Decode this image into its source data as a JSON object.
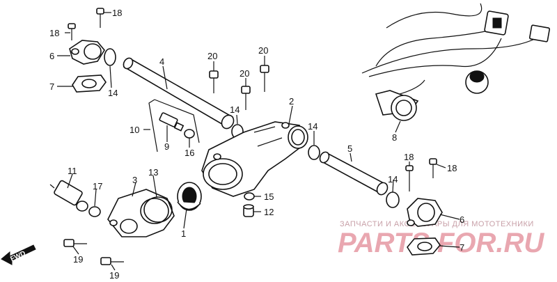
{
  "callouts": {
    "n1": "1",
    "n2": "2",
    "n3": "3",
    "n4": "4",
    "n5": "5",
    "n6a": "6",
    "n6b": "6",
    "n7a": "7",
    "n7b": "7",
    "n8": "8",
    "n9": "9",
    "n10": "10",
    "n11": "11",
    "n12": "12",
    "n13": "13",
    "n14a": "14",
    "n14b": "14",
    "n14c": "14",
    "n14d": "14",
    "n15": "15",
    "n16": "16",
    "n17": "17",
    "n18a": "18",
    "n18b": "18",
    "n18c": "18",
    "n18d": "18",
    "n19a": "19",
    "n19b": "19",
    "n20a": "20",
    "n20b": "20",
    "n20c": "20"
  },
  "direction_marker": "FWD",
  "watermark": {
    "caption": "ЗАПЧАСТИ И АКСЕССУАРЫ ДЛЯ МОТОТЕХНИКИ",
    "brand": "PARTS FOR.RU"
  }
}
